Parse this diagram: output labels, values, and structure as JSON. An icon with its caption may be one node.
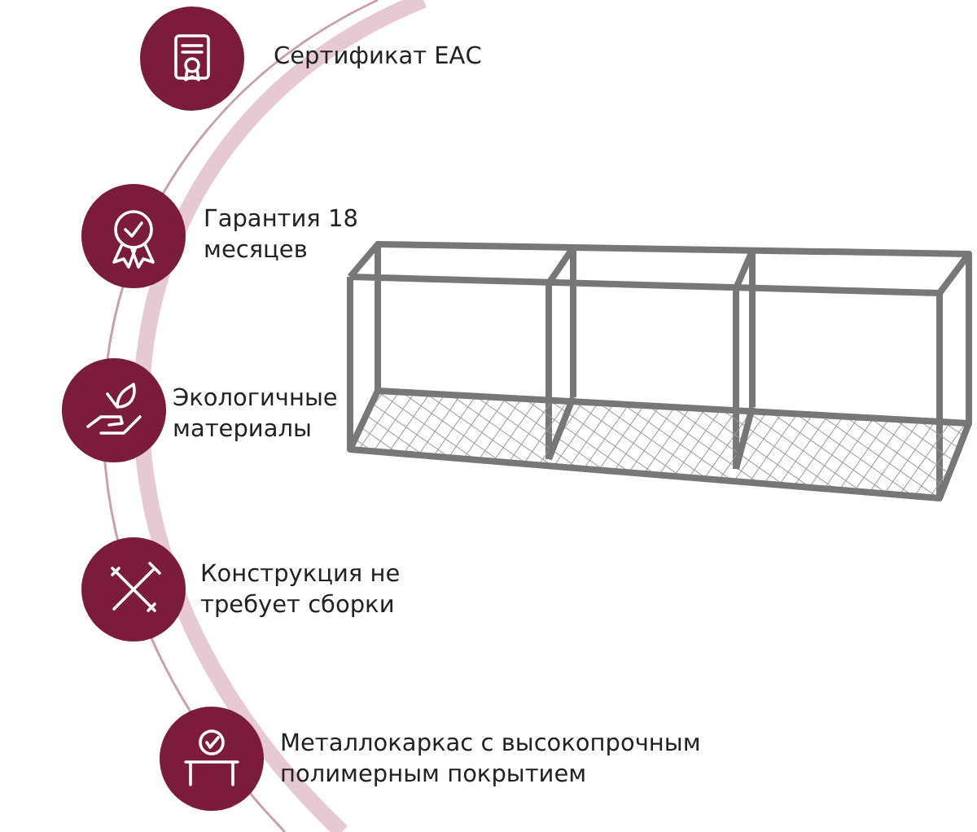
{
  "diagram": {
    "labels": [
      "Сертификат ЕАС",
      "Гарантия 18 месяцев",
      "Экологичные материалы",
      "Конструкция не требует сборки",
      "Металлокаркас с высокопрочным полимерным покрытием"
    ]
  }
}
